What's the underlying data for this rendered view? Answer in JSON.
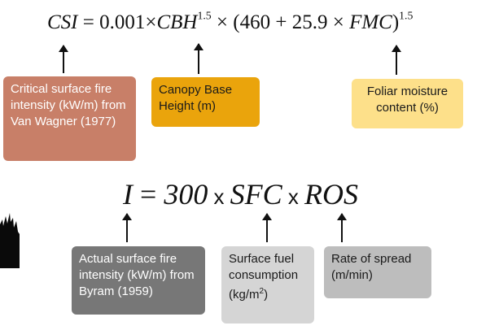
{
  "equation1": {
    "lhs": "CSI",
    "equals": " = ",
    "coef": "0.001",
    "times1": "×",
    "var1": "CBH",
    "exp1": "1.5",
    "times2": " × ",
    "open_paren": "(",
    "const1": "460",
    "plus": " + ",
    "const2": "25.9",
    "times3": " × ",
    "var2": "FMC",
    "close_paren": ")",
    "exp2": "1.5"
  },
  "equation2": {
    "lhs": "I",
    "equals": " = ",
    "coef": "300",
    "times1": " x ",
    "var1": "SFC",
    "times2": " x ",
    "var2": "ROS"
  },
  "boxes": {
    "csi": {
      "text": "Critical surface fire intensity (kW/m) from Van Wagner (1977)",
      "color": "#c87f68"
    },
    "cbh": {
      "text": "Canopy Base Height (m)",
      "color": "#eaa40c"
    },
    "fmc": {
      "text": "Foliar moisture content (%)",
      "color": "#fde08a"
    },
    "i": {
      "text": "Actual surface fire intensity (kW/m) from Byram (1959)",
      "color": "#777777"
    },
    "sfc": {
      "text_main": "Surface fuel consumption (kg/m",
      "superscript": "2",
      "text_end": ")",
      "color": "#d5d5d5"
    },
    "ros": {
      "text": "Rate of spread (m/min)",
      "color": "#bdbdbd"
    }
  }
}
